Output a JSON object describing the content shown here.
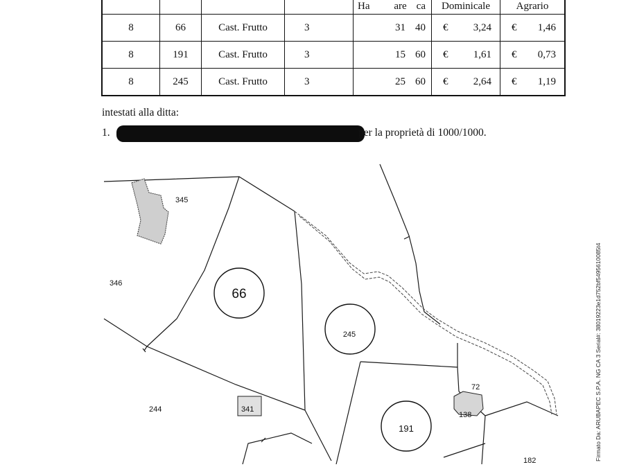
{
  "table": {
    "headers": {
      "ha": "Ha",
      "are": "are",
      "ca": "ca",
      "dominicale": "Dominicale",
      "agrario": "Agrario"
    },
    "rows": [
      {
        "foglio": "8",
        "particella": "66",
        "qualita": "Cast. Frutto",
        "classe": "3",
        "ha": "",
        "are": "31",
        "ca": "40",
        "dom_cur": "€",
        "dom_val": "3,24",
        "agr_cur": "€",
        "agr_val": "1,46"
      },
      {
        "foglio": "8",
        "particella": "191",
        "qualita": "Cast. Frutto",
        "classe": "3",
        "ha": "",
        "are": "15",
        "ca": "60",
        "dom_cur": "€",
        "dom_val": "1,61",
        "agr_cur": "€",
        "agr_val": "0,73"
      },
      {
        "foglio": "8",
        "particella": "245",
        "qualita": "Cast. Frutto",
        "classe": "3",
        "ha": "",
        "are": "25",
        "ca": "60",
        "dom_cur": "€",
        "dom_val": "2,64",
        "agr_cur": "€",
        "agr_val": "1,19"
      }
    ]
  },
  "intestati": "intestati alla ditta:",
  "owner": {
    "number": "1.",
    "rest": "per la proprietà di 1000/1000."
  },
  "map": {
    "parcel_66": "66",
    "parcel_245": "245",
    "parcel_191": "191",
    "label_345": "345",
    "label_346": "346",
    "label_244": "244",
    "label_341": "341",
    "label_72": "72",
    "label_138": "138",
    "label_182": "182"
  },
  "stamp": "Firmato Da: ARUBAPEC S.P.A. NG CA 3 Serial#: 38019223e1d752bf5495610085t4"
}
